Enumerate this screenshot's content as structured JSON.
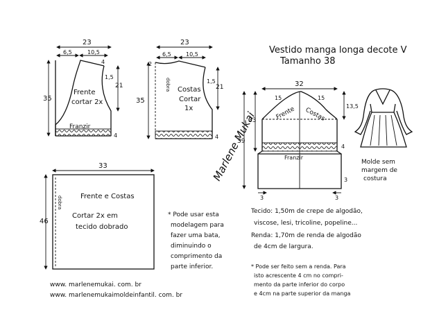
{
  "title": {
    "line1": "Vestido manga longa decote V",
    "line2": "Tamanho 38"
  },
  "front_piece": {
    "width": "23",
    "neck_width": "6,5",
    "shoulder_width": "10,5",
    "neck_drop": "4",
    "shoulder_drop": "1,5",
    "armhole_depth": "21",
    "height": "35",
    "label_line1": "Frente",
    "label_line2": "cortar 2x",
    "gather_label": "Franzir",
    "lace_height": "4"
  },
  "back_piece": {
    "width": "23",
    "neck_width": "6,5",
    "shoulder_width": "10,5",
    "neck_depth": "2",
    "shoulder_drop": "1,5",
    "armhole_depth": "21",
    "height": "35",
    "label_line1": "Costas",
    "label_line2": "Cortar",
    "label_line3": "1x",
    "fold_label": "dobra",
    "lace_height": "4"
  },
  "sleeve_piece": {
    "width": "32",
    "left_bend": "15",
    "right_bend": "15",
    "cap_height": "13,5",
    "height": "33",
    "total_height": "39",
    "label_front": "Frente",
    "label_back": "Costas",
    "gather_label": "Franzir",
    "lace_height": "4",
    "cuff_left": "3",
    "cuff_right": "3",
    "cuff_height": "3"
  },
  "skirt_piece": {
    "width": "33",
    "height": "46",
    "fold_label": "dobra",
    "label_line1": "Frente e Costas",
    "label_line2": "Cortar 2x em",
    "label_line3": "tecido dobrado"
  },
  "note_skirt": {
    "lines": [
      "* Pode usar esta",
      "modelagem para",
      "fazer uma bata,",
      "diminuindo o",
      "comprimento da",
      "parte inferior."
    ]
  },
  "dress_caption": {
    "lines": [
      "Molde sem",
      "margem de",
      "costura"
    ]
  },
  "materials": {
    "fabric_lines": [
      "Tecido: 1,50m de crepe de algodão,",
      "viscose, lesi, tricoline, popeline...",
      "Renda: 1,70m de renda de algodão",
      "de 4cm de largura."
    ]
  },
  "note_lace": {
    "lines": [
      "* Pode ser feito sem a renda. Para",
      "isto acrescente 4 cm no compri-",
      "mento da parte inferior do corpo",
      "e 4cm na parte superior da manga"
    ]
  },
  "websites": [
    "www. marlenemukai. com. br",
    "www. marlenemukaimoldeinfantil. com. br"
  ],
  "signature": "Marlene Mukai"
}
